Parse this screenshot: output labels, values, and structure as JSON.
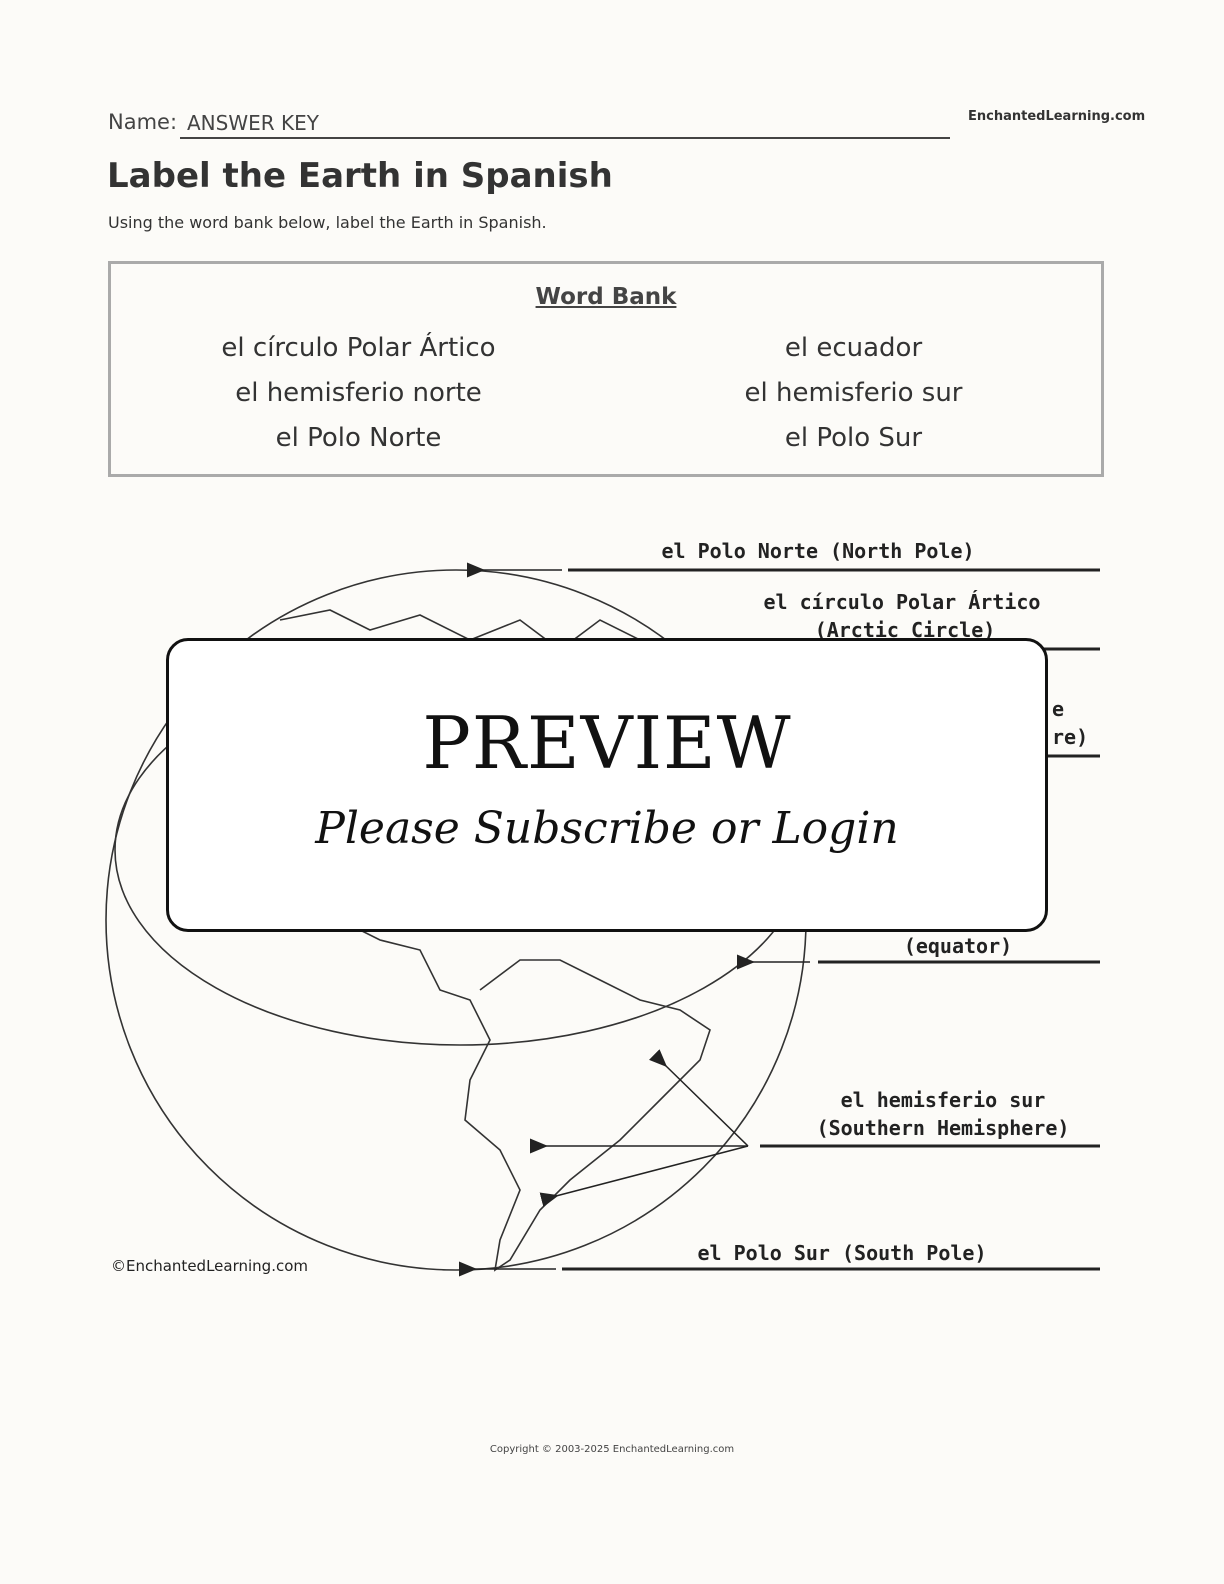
{
  "header": {
    "name_label": "Name:",
    "name_value": "ANSWER KEY",
    "brand": "EnchantedLearning.com"
  },
  "title": "Label the Earth in Spanish",
  "instructions": "Using the word bank below, label the Earth in Spanish.",
  "word_bank": {
    "title": "Word Bank",
    "left": [
      "el círculo Polar Ártico",
      "el hemisferio norte",
      "el Polo Norte"
    ],
    "right": [
      "el ecuador",
      "el hemisferio sur",
      "el Polo Sur"
    ]
  },
  "diagram": {
    "labels": {
      "north_pole": "el Polo Norte (North Pole)",
      "arctic_1": "el círculo Polar Ártico",
      "arctic_2": "(Arctic Circle)",
      "north_hemi_1": "e",
      "north_hemi_2": "re)",
      "equator_2": "(equator)",
      "south_hemi_1": "el hemisferio sur",
      "south_hemi_2": "(Southern Hemisphere)",
      "south_pole": "el Polo Sur (South Pole)"
    },
    "copyright": "©EnchantedLearning.com"
  },
  "overlay": {
    "title": "PREVIEW",
    "subtitle": "Please Subscribe or Login"
  },
  "footer": "Copyright © 2003-2025 EnchantedLearning.com"
}
